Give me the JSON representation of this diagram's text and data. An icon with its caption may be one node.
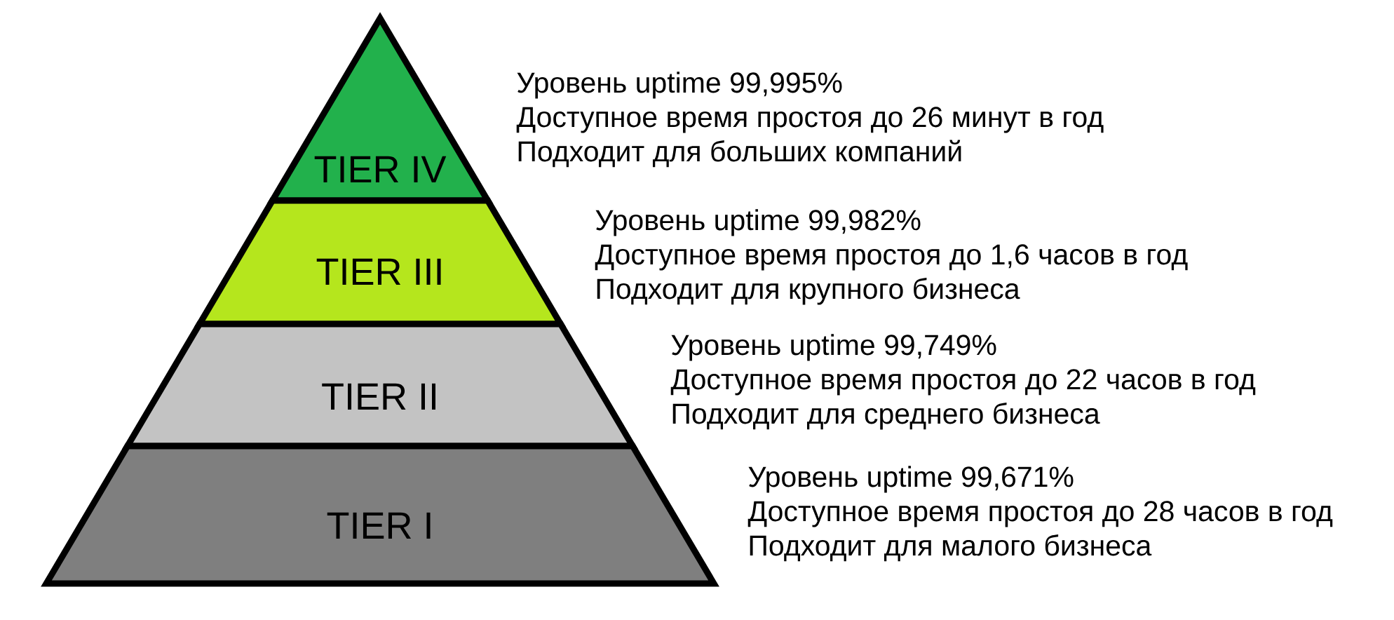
{
  "diagram": {
    "nodes": [
      {
        "text": [
          "TIER IV"
        ],
        "beside": [
          "Уровень uptime 99,995%",
          "Доступное время простоя до 26 минут в год",
          "Подходит для больших компаний"
        ]
      },
      {
        "text": [
          "TIER III"
        ],
        "beside": [
          "Уровень uptime 99,982%",
          "Доступное время простоя до 1,6 часов в год",
          "Подходит для крупного бизнеса"
        ]
      },
      {
        "text": [
          "TIER II"
        ],
        "beside": [
          "Уровень uptime 99,749%",
          "Доступное время простоя до 22 часов в год",
          "Подходит для среднего бизнеса"
        ]
      },
      {
        "text": [
          "TIER I"
        ],
        "beside": [
          "Уровень uptime 99,671%",
          "Доступное время простоя до 28 часов в год",
          "Подходит для малого бизнеса"
        ]
      }
    ]
  }
}
